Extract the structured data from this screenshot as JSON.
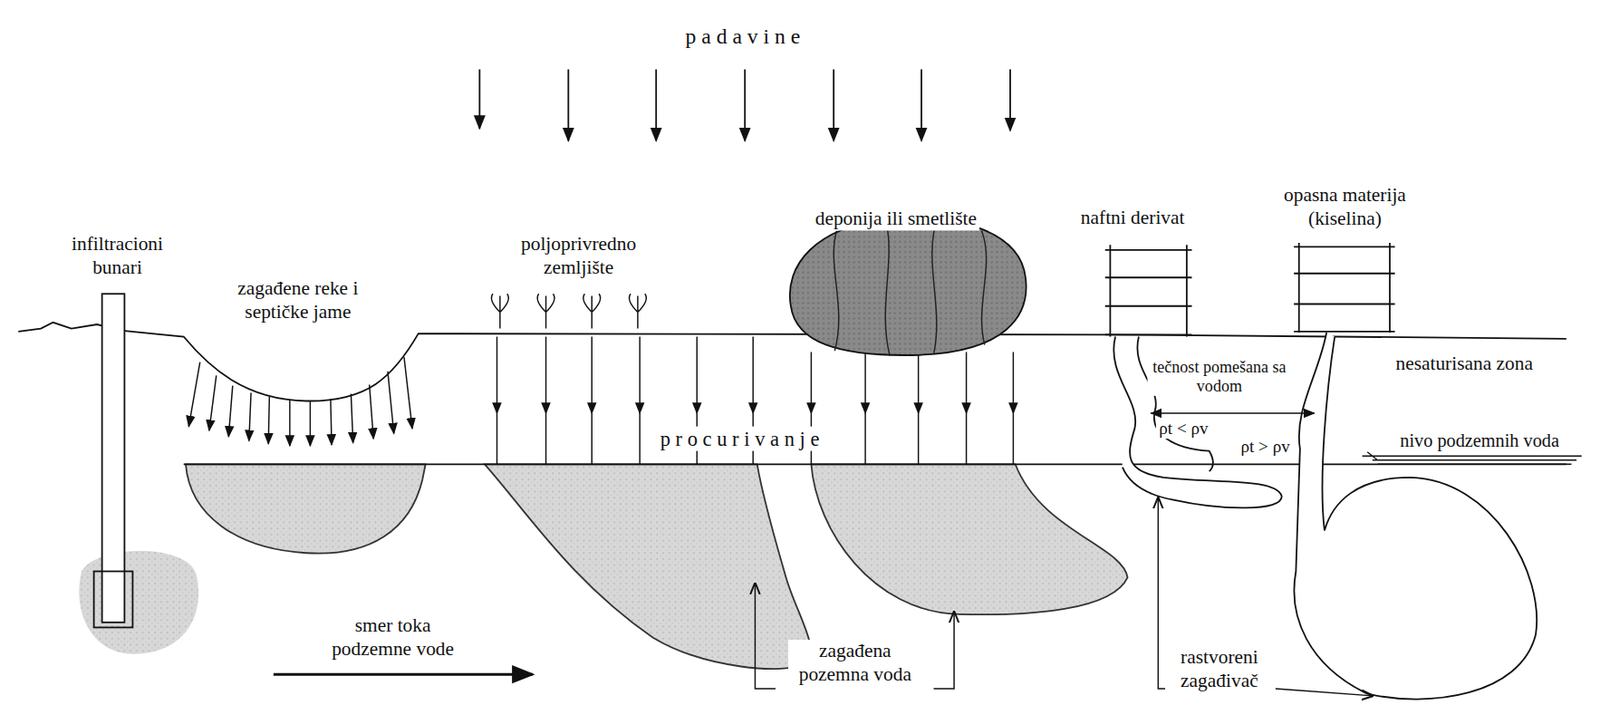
{
  "diagram": {
    "labels": [
      "p a d a v i n e",
      "infiltracioni bunari",
      "zagađene reke i septičke jame",
      "poljoprivredno zemljište",
      "deponija ili smetlište",
      "naftni derivat",
      "opasna materija (kiselina)",
      "tečnost pomešana sa vodom",
      "nesaturisana zona",
      "ρt < ρv",
      "ρt > ρv",
      "nivo podzemnih voda",
      "p r o c u r i v a n j e",
      "smer toka podzemne vode",
      "zagađena pozemna voda",
      "rastvoreni zagađivač"
    ]
  }
}
